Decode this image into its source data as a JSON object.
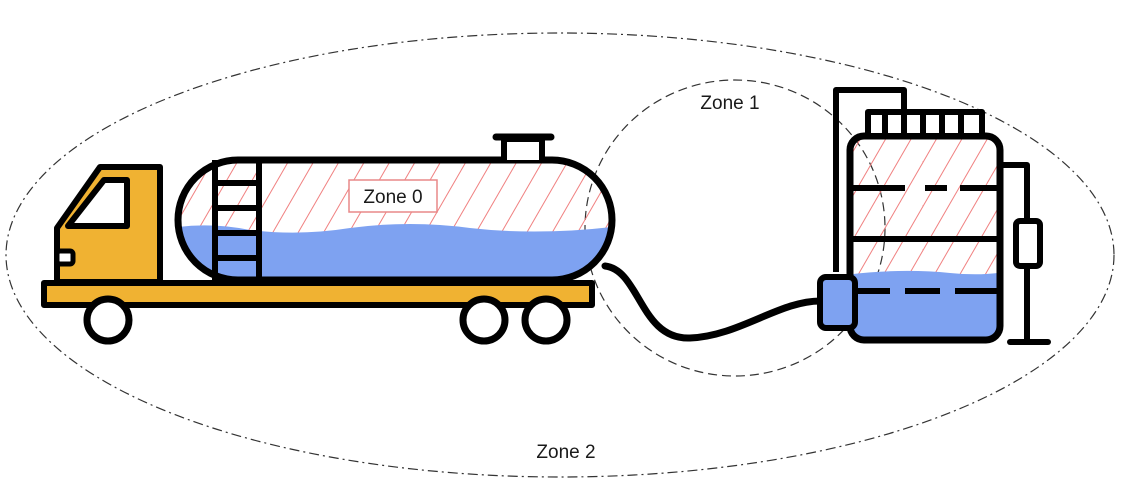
{
  "labels": {
    "zone0": "Zone 0",
    "zone1": "Zone 1",
    "zone2": "Zone 2"
  },
  "colors": {
    "outline": "#000000",
    "truck": "#f0b232",
    "liquid": "#7ea2f1",
    "hatch": "#f08080",
    "zone0_box": "#e88888"
  }
}
